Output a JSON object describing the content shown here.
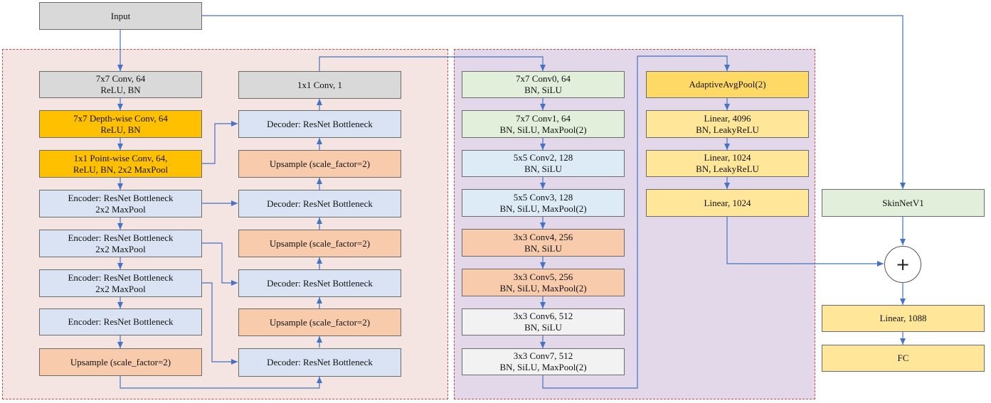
{
  "input": {
    "label": "Input"
  },
  "unet_left": [
    {
      "line1": "7x7 Conv, 64",
      "line2": "ReLU, BN"
    },
    {
      "line1": "7x7 Depth-wise Conv, 64",
      "line2": "ReLU, BN"
    },
    {
      "line1": "1x1 Point-wise Conv, 64,",
      "line2": "ReLU, BN, 2x2 MaxPool"
    },
    {
      "line1": "Encoder: ResNet Bottleneck",
      "line2": "2x2 MaxPool"
    },
    {
      "line1": "Encoder: ResNet Bottleneck",
      "line2": "2x2 MaxPool"
    },
    {
      "line1": "Encoder: ResNet Bottleneck",
      "line2": "2x2 MaxPool"
    },
    {
      "line1": "Encoder: ResNet Bottleneck",
      "line2": ""
    },
    {
      "line1": "Upsample (scale_factor=2)",
      "line2": ""
    }
  ],
  "unet_right": [
    {
      "line1": "1x1 Conv, 1",
      "line2": ""
    },
    {
      "line1": "Decoder: ResNet Bottleneck",
      "line2": ""
    },
    {
      "line1": "Upsample (scale_factor=2)",
      "line2": ""
    },
    {
      "line1": "Decoder: ResNet Bottleneck",
      "line2": ""
    },
    {
      "line1": "Upsample (scale_factor=2)",
      "line2": ""
    },
    {
      "line1": "Decoder: ResNet Bottleneck",
      "line2": ""
    },
    {
      "line1": "Upsample (scale_factor=2)",
      "line2": ""
    },
    {
      "line1": "Decoder: ResNet Bottleneck",
      "line2": ""
    }
  ],
  "cnn_convs": [
    {
      "line1": "7x7 Conv0, 64",
      "line2": "BN, SiLU"
    },
    {
      "line1": "7x7 Conv1, 64",
      "line2": "BN, SiLU, MaxPool(2)"
    },
    {
      "line1": "5x5 Conv2, 128",
      "line2": "BN, SiLU"
    },
    {
      "line1": "5x5 Conv3, 128",
      "line2": "BN, SiLU, MaxPool(2)"
    },
    {
      "line1": "3x3 Conv4, 256",
      "line2": "BN, SiLU"
    },
    {
      "line1": "3x3 Conv5, 256",
      "line2": "BN, SiLU, MaxPool(2)"
    },
    {
      "line1": "3x3 Conv6, 512",
      "line2": "BN, SiLU"
    },
    {
      "line1": "3x3 Conv7, 512",
      "line2": "BN, SiLU, MaxPool(2)"
    }
  ],
  "cnn_head": [
    {
      "line1": "AdaptiveAvgPool(2)",
      "line2": ""
    },
    {
      "line1": "Linear, 4096",
      "line2": "BN, LeakyReLU"
    },
    {
      "line1": "Linear, 1024",
      "line2": "BN, LeakyReLU"
    },
    {
      "line1": "Linear, 1024",
      "line2": ""
    }
  ],
  "fusion": {
    "skinnet": "SkinNetV1",
    "plus_symbol": "+",
    "linear": "Linear, 1088",
    "fc": "FC"
  },
  "colors": {
    "wire": "#4472c4",
    "region_border": "#c0504d"
  }
}
